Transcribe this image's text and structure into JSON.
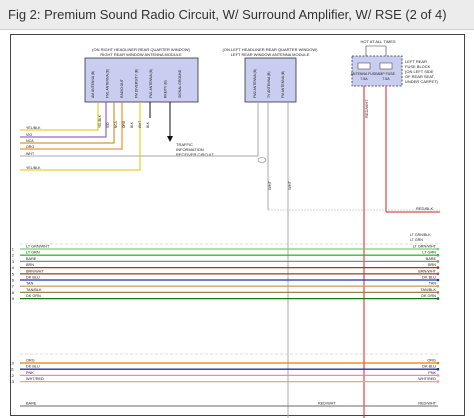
{
  "title": "Fig 2: Premium Sound Radio Circuit, W/ Surround Amplifier, W/ RSE (2 of 4)",
  "modules": {
    "right_header": [
      "(ON RIGHT HEADLINER REAR QUARTER WINDOW)",
      "RIGHT REAR WINDOW ANTENNA MODULE"
    ],
    "right_pins": [
      "AM ANTENNA (B)",
      "FM1 ANTENNA (B)",
      "RADIO OUT",
      "FM DIVERSITY (B)",
      "FM1 ANTENNA (B)",
      "RKE/TV (B)",
      "SIGNAL GROUND"
    ],
    "left_header": [
      "(ON LEFT HEADLINER REAR QUARTER WINDOW)",
      "LEFT REAR WINDOW ANTENNA MODULE"
    ],
    "left_pins": [
      "FM2 ANTENNA (B)",
      "TV ANTENNA (B)",
      "FM ANTENNA (B)"
    ],
    "hot_label": "HOT AT ALL TIMES",
    "fuses": [
      {
        "name": "ANTENNA FUSE",
        "rating": "7.5A"
      },
      {
        "name": "AMP FUSE",
        "rating": "7.5A"
      }
    ],
    "fuse_block_label": [
      "LEFT REAR",
      "FUSE BLOCK",
      "(ON LEFT SIDE",
      "OF REAR SEAT,",
      "UNDER CARPET)"
    ],
    "traffic_label": [
      "TRAFFIC",
      "INFORMATION",
      "RECEIVER CIRCUIT"
    ],
    "fuse_feed_label": "RED/WHT"
  },
  "upper_wires": [
    {
      "label": "YEL/BLK",
      "color": "#e0c400"
    },
    {
      "label": "VIO",
      "color": "#8a3dc7"
    },
    {
      "label": "NCA",
      "color": "#b8860b"
    },
    {
      "label": "ORG",
      "color": "#f07800"
    },
    {
      "label": "WHT",
      "color": "#a9a9a9"
    },
    {
      "label": "YEL/BLK",
      "color": "#e0c400"
    }
  ],
  "module_wire_labels": {
    "right": [
      "YEL/BLK",
      "VIO",
      "NCA",
      "ORG",
      "BLK",
      "WHT",
      "BLK"
    ],
    "left": [
      "WHT",
      "WHT"
    ]
  },
  "shield_labels": [
    "WHT",
    "WHT"
  ],
  "red_blk_label": "RED/BLK",
  "lt_grn_blk": "LT GRN/BLK",
  "lt_grn": "LT GRN",
  "group1": [
    {
      "num": "1",
      "left": "LT GRN/WHT",
      "right": "LT GRN/WHT",
      "color": "#6fd46f"
    },
    {
      "num": "2",
      "left": "LT GRN",
      "right": "LT GRN",
      "color": "#38b838"
    },
    {
      "num": "3",
      "left": "BARE",
      "right": "BARE",
      "color": "#888888"
    },
    {
      "num": "4",
      "left": "BRN",
      "right": "BRN",
      "color": "#8b4513"
    },
    {
      "num": "5",
      "left": "BRN/WHT",
      "right": "BRN/WHT",
      "color": "#a0522d"
    },
    {
      "num": "6",
      "left": "DK BLU",
      "right": "DK BLU",
      "color": "#1c2fb8"
    },
    {
      "num": "7",
      "left": "TAN",
      "right": "TAN",
      "color": "#c8a46a"
    },
    {
      "num": "8",
      "left": "TAN/BLK",
      "right": "TAN/BLK",
      "color": "#a07f45"
    },
    {
      "num": "9",
      "left": "DK GRN",
      "right": "DK GRN",
      "color": "#117a11"
    }
  ],
  "group2": [
    {
      "num": "10",
      "left": "ORG",
      "right": "ORG",
      "color": "#f07800"
    },
    {
      "num": "11",
      "left": "DK BLU",
      "right": "DK BLU",
      "color": "#1c2fb8"
    },
    {
      "num": "12",
      "left": "PNK",
      "right": "PNK",
      "color": "#ff7fb5"
    },
    {
      "num": "13",
      "left": "WHT/RED",
      "right": "WHT/RED",
      "color": "#e8a0a0"
    }
  ],
  "bottom_wire": {
    "left": "BARE",
    "mid": "RED/WHT",
    "right": "RED/WHT"
  }
}
